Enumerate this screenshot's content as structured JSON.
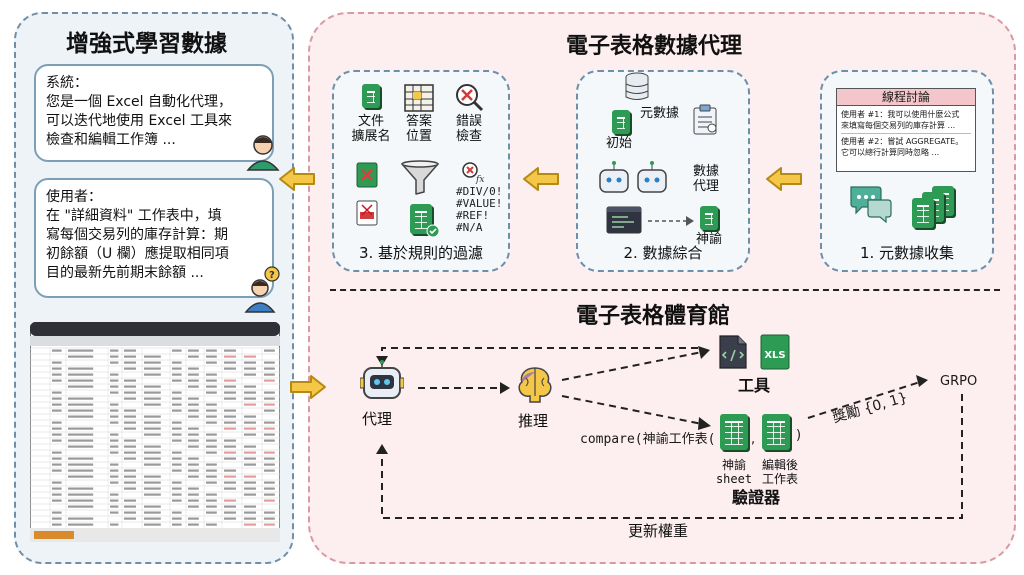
{
  "left_panel": {
    "title": "增強式學習數據",
    "system_bubble": {
      "lines": [
        "系統：",
        "您是一個 Excel 自動化代理，",
        "可以迭代地使用 Excel 工具來",
        "檢查和編輯工作簿 ..."
      ]
    },
    "user_bubble": {
      "lines": [
        "使用者：",
        "在 \"詳細資料\" 工作表中，填",
        "寫每個交易列的庫存計算：期",
        "初餘額（U 欄）應提取相同項",
        "目的最新先前期末餘額 ..."
      ]
    }
  },
  "top_section": {
    "title": "電子表格數據代理",
    "step1": {
      "thread_title": "線程討論",
      "thread_msg1": [
        "使用者 #1：我可以使用什麼公式",
        "來填寫每個交易列的庫存計算 ..."
      ],
      "thread_msg2": [
        "使用者 #2：嘗試 AGGREGATE。",
        "它可以總行計算同時忽略 ..."
      ],
      "label": "1. 元數據收集"
    },
    "step2": {
      "metadata_label": "元數據",
      "initial_label": "初始",
      "agent_label": [
        "數據",
        "代理"
      ],
      "oracle_label": "神諭",
      "label": "2. 數據綜合"
    },
    "step3": {
      "file_ext_label": [
        "文件",
        "擴展名"
      ],
      "answer_pos_label": [
        "答案",
        "位置"
      ],
      "error_check_label": [
        "錯誤",
        "檢查"
      ],
      "errors": [
        "#DIV/0!",
        "#VALUE!",
        "#REF!",
        "#N/A"
      ],
      "label": "3. 基於規則的過濾"
    }
  },
  "bottom_section": {
    "title": "電子表格體育館",
    "agent_label": "代理",
    "reasoning_label": "推理",
    "tools_label": "工具",
    "xls_badge": "XLS",
    "compare_text": "compare(神諭工作表(",
    "compare_sep": ",",
    "compare_close": ")",
    "oracle_sheet_label": [
      "神諭",
      "sheet"
    ],
    "edited_label": [
      "編輯後",
      "工作表"
    ],
    "verifier_label": "驗證器",
    "reward_label": "獎勵 {0, 1}",
    "grpo_label": "GRPO",
    "update_label": "更新權重"
  },
  "colors": {
    "left_border": "#6f8fa8",
    "right_border": "#d79aa4",
    "sheet_green": "#2e9b55",
    "arrow_yellow": "#f5c748"
  }
}
